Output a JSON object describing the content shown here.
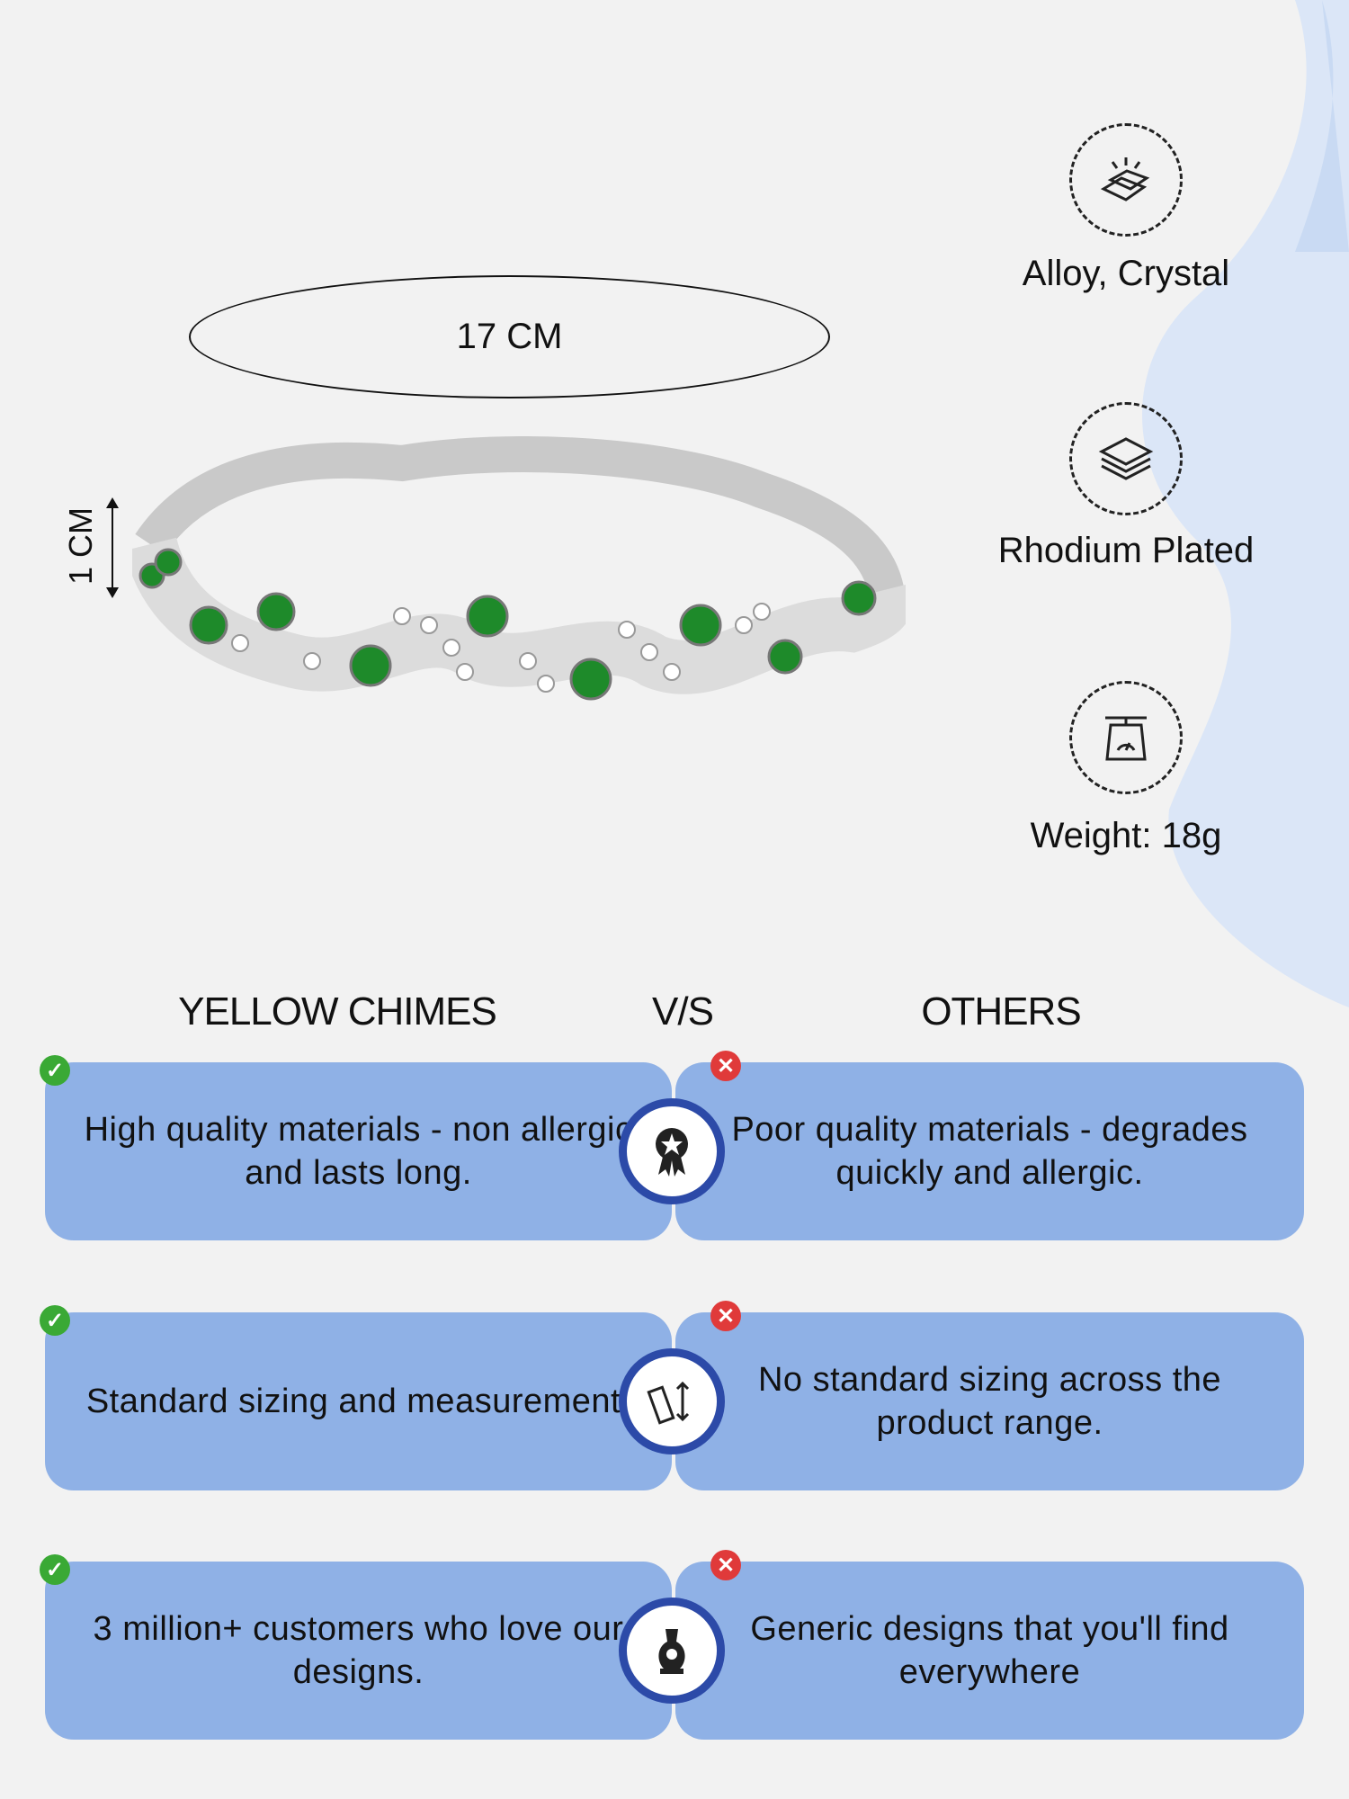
{
  "dimensions": {
    "length": "17 CM",
    "width": "1 CM"
  },
  "features": [
    {
      "icon": "alloy-bars-icon",
      "label": "Alloy, Crystal"
    },
    {
      "icon": "layers-icon",
      "label": "Rhodium Plated"
    },
    {
      "icon": "weighing-scale-icon",
      "label": "Weight: 18g"
    }
  ],
  "comparison": {
    "brand": "YELLOW CHIMES",
    "vs": "V/S",
    "others": "OTHERS",
    "rows": [
      {
        "ours": "High quality materials - non allergic and lasts long.",
        "icon": "quality-badge-icon",
        "theirs": "Poor quality materials - degrades quickly and allergic."
      },
      {
        "ours": "Standard sizing and measurement.",
        "icon": "ruler-icon",
        "theirs": "No standard sizing across the product range."
      },
      {
        "ours": "3 million+ customers who love our designs.",
        "icon": "jewelry-bust-icon",
        "theirs": "Generic designs that you'll find everywhere"
      }
    ]
  },
  "colors": {
    "card": "#8fb1e6",
    "ring": "#2c4aa8",
    "check": "#3aa935",
    "cross": "#e03a3a"
  }
}
